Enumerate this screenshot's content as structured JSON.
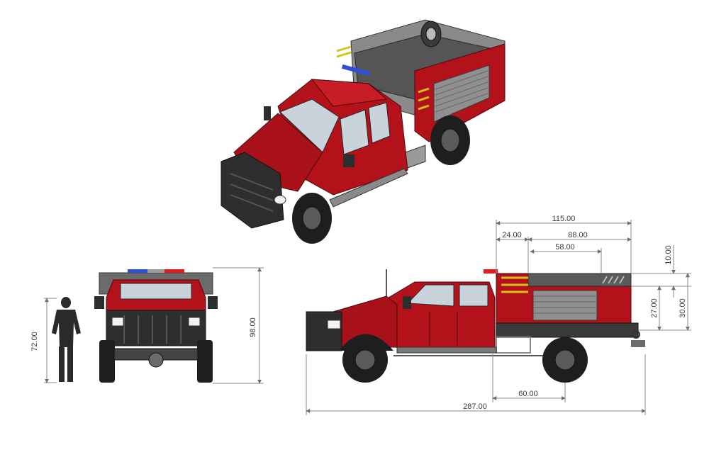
{
  "drawing": {
    "views": [
      "isometric",
      "front",
      "side"
    ],
    "colors": {
      "body_red": "#b3121a",
      "body_red_dark": "#7a0c12",
      "frame_gray": "#6b6b6b",
      "steel_dark": "#2e2e2e",
      "glass": "#c9d3dc",
      "tire": "#1e1e1e",
      "rail_yellow": "#d8c21a",
      "light_blue": "#2f4fd8",
      "light_red": "#e01e1e",
      "dimension_line": "#8a8a8a"
    },
    "dimensions": {
      "overall_height": "98.00",
      "person_height": "72.00",
      "overall_length": "287.00",
      "body_length": "115.00",
      "front_gap": "24.00",
      "tank_length": "88.00",
      "inner_length": "58.00",
      "rear_overhang": "60.00",
      "top_height": "10.00",
      "skid_height": "27.00",
      "side_height": "30.00"
    }
  }
}
